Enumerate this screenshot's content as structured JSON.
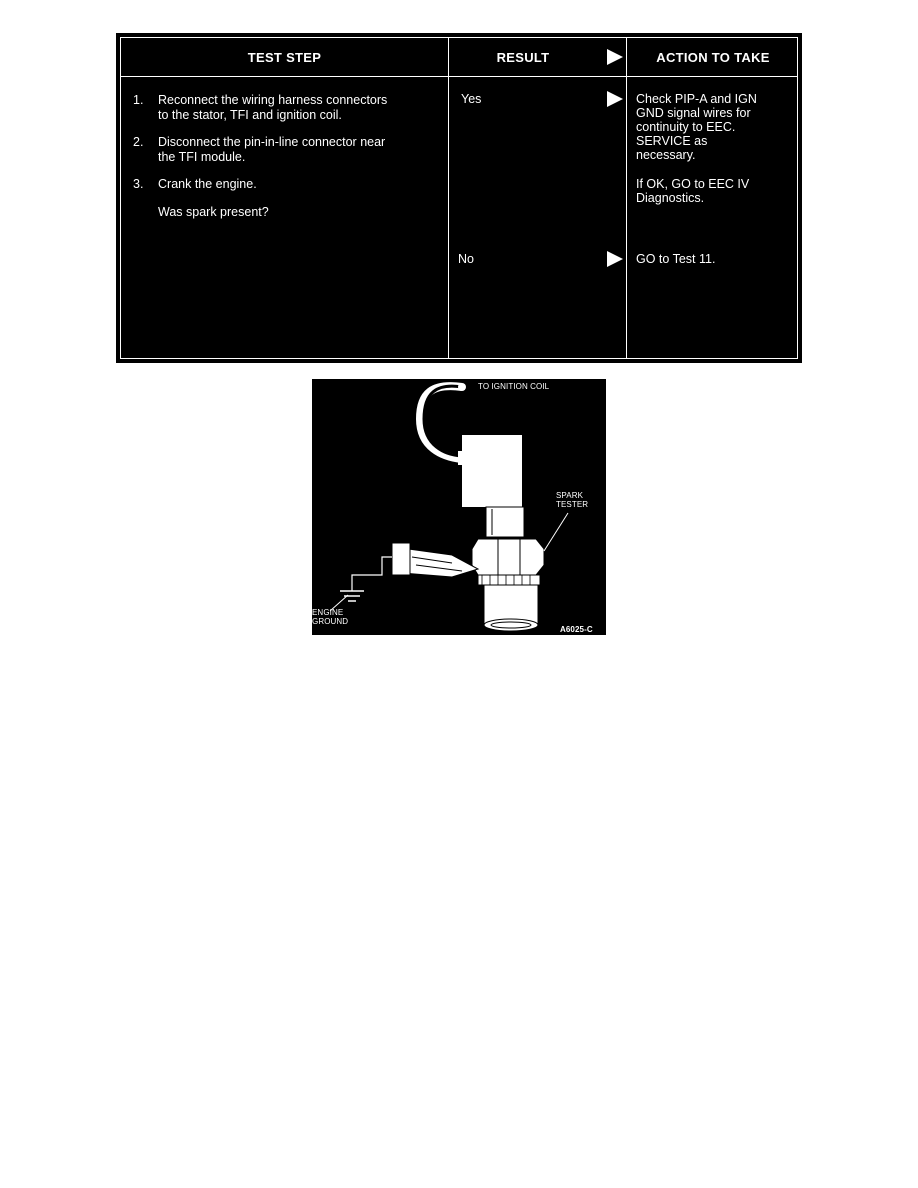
{
  "table": {
    "headers": {
      "test_step": "TEST STEP",
      "result": "RESULT",
      "action": "ACTION TO TAKE"
    },
    "steps": [
      {
        "num": "1.",
        "text_line1": "Reconnect the wiring harness connectors",
        "text_line2": "to the stator, TFI and ignition coil."
      },
      {
        "num": "2.",
        "text_line1": "Disconnect the pin-in-line connector near",
        "text_line2": "the TFI module."
      },
      {
        "num": "3.",
        "text_line1": "Crank the engine.",
        "text_line2": ""
      }
    ],
    "question": "Was spark present?",
    "rows": [
      {
        "result": "Yes",
        "action_lines": [
          "Check PIP-A and IGN",
          "GND signal wires for",
          "continuity to EEC.",
          "SERVICE as",
          "necessary."
        ],
        "action_extra_lines": [
          "If OK, GO to EEC IV",
          "Diagnostics."
        ]
      },
      {
        "result": "No",
        "action_lines": [
          "GO to Test 11."
        ]
      }
    ]
  },
  "figure": {
    "label_coil": "TO IGNITION COIL",
    "label_tester_line1": "SPARK",
    "label_tester_line2": "TESTER",
    "label_ground_line1": "ENGINE",
    "label_ground_line2": "GROUND",
    "code": "A6025-C"
  }
}
